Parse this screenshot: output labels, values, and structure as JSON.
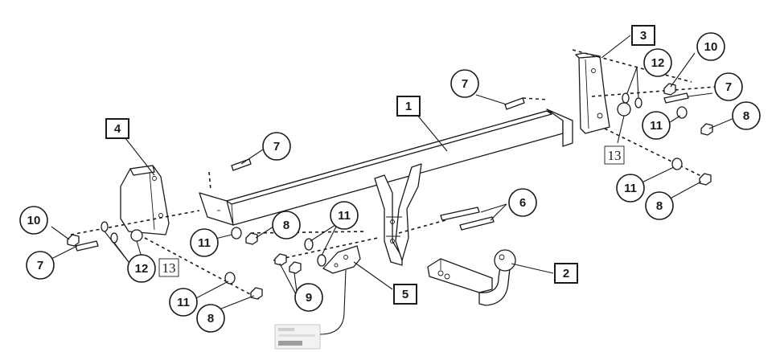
{
  "callouts": {
    "c1": "1",
    "c2": "2",
    "c3": "3",
    "c4": "4",
    "c5": "5",
    "c6": "6",
    "c7a": "7",
    "c7b": "7",
    "c7c": "7",
    "c7d": "7",
    "c8a": "8",
    "c8b": "8",
    "c8c": "8",
    "c8d": "8",
    "c9": "9",
    "c10a": "10",
    "c10b": "10",
    "c11a": "11",
    "c11b": "11",
    "c11c": "11",
    "c11d": "11",
    "c11e": "11",
    "c12a": "12",
    "c12b": "12",
    "c13a": "13",
    "c13b": "13"
  }
}
